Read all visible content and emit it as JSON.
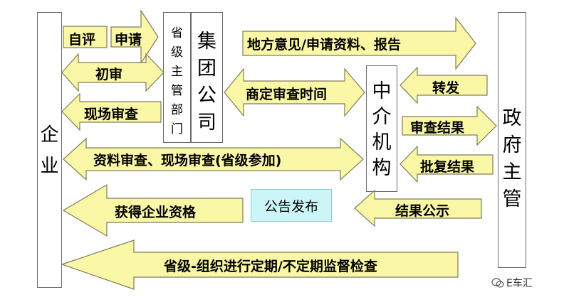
{
  "colors": {
    "arrow_fill": "#faf7a6",
    "arrow_stroke": "#7f7d5a",
    "box_border": "#6b6b6b",
    "publish_fill": "#ccf5f8"
  },
  "boxes": {
    "enterprise": [
      "企",
      "业"
    ],
    "provincial": [
      "省",
      "级",
      "主",
      "管",
      "部",
      "门"
    ],
    "group": [
      "集",
      "团",
      "公",
      "司"
    ],
    "agency": [
      "中",
      "介",
      "机",
      "构"
    ],
    "government": [
      "政",
      "府",
      "主",
      "管"
    ]
  },
  "publish_box": "公告发布",
  "arrows": {
    "self_eval": "自评",
    "apply": "申请",
    "initial_review": "初审",
    "onsite_review": "现场审查",
    "local_opinion": "地方意见/申请资料、报告",
    "negotiate_time": "商定审查时间",
    "forward": "转发",
    "review_result": "审查结果",
    "doc_onsite_review": "资料审查、现场审查(省级参加)",
    "approval_result": "批复结果",
    "obtain_qualification": "获得企业资格",
    "result_publicity": "结果公示",
    "supervision": "省级-组织进行定期/不定期监督检查"
  },
  "watermark": "E车汇"
}
